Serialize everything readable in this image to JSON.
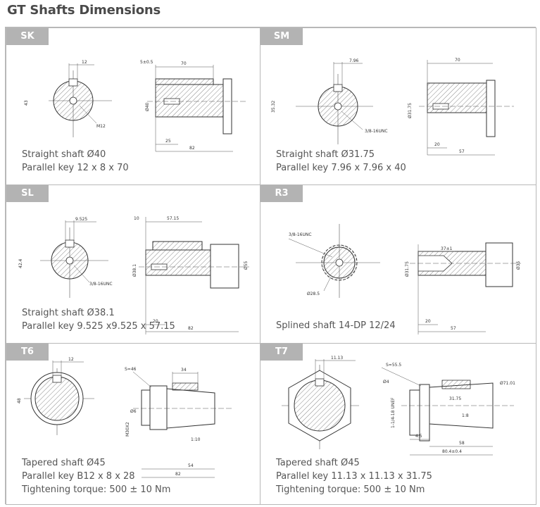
{
  "title": "GT Shafts Dimensions",
  "panels": [
    {
      "code": "SK",
      "lines": [
        "Straight shaft Ø40",
        "Parallel key 12 x 8 x 70"
      ],
      "dims": {
        "key_width": "12",
        "height": "43",
        "thread": "M12",
        "offset": "5±0.5",
        "length_key": "70",
        "dia": "Ø40",
        "len_a": "25",
        "len_total": "82"
      }
    },
    {
      "code": "SM",
      "lines": [
        "Straight shaft Ø31.75",
        "Parallel key 7.96 x 7.96 x 40"
      ],
      "dims": {
        "key_width": "7.96",
        "height": "35.32",
        "thread": "3/8-16UNC",
        "length_key": "70",
        "dia": "Ø31.75",
        "len_a": "20",
        "len_total": "57"
      }
    },
    {
      "code": "SL",
      "lines": [
        "Straight shaft Ø38.1",
        "Parallel key 9.525 x9.525 x 57.15"
      ],
      "dims": {
        "key_width": "9.525",
        "height": "42.4",
        "thread": "3/8-16UNC",
        "offset": "10",
        "length_key": "57.15",
        "dia": "Ø38.1",
        "dia2": "Ø55",
        "len_a": "20",
        "len_total": "82"
      }
    },
    {
      "code": "R3",
      "lines": [
        "Splined shaft 14-DP 12/24"
      ],
      "dims": {
        "thread": "3/8-16UNC",
        "spline_dia": "Ø28.5",
        "length_key": "37±1",
        "dia": "Ø31.75",
        "dia2": "Ø35",
        "len_a": "20",
        "len_total": "57"
      }
    },
    {
      "code": "T6",
      "lines": [
        "Tapered shaft Ø45",
        "Parallel key B12 x 8 x 28",
        "Tightening torque: 500 ± 10 Nm"
      ],
      "dims": {
        "key_width": "12",
        "height": "48",
        "nut": "S=46",
        "hole": "Ø6",
        "thread": "M30X2",
        "length_key": "34",
        "taper": "1:10",
        "len_a": "54",
        "len_total": "82"
      }
    },
    {
      "code": "T7",
      "lines": [
        "Tapered shaft Ø45",
        "Parallel key 11.13 x 11.13 x 31.75",
        "Tightening torque: 500 ± 10 Nm"
      ],
      "dims": {
        "key_width": "11.13",
        "nut": "S=55.5",
        "hole": "Ø4",
        "thread": "1-1/4-18 UNEF",
        "length_key": "31.75",
        "dia": "Ø71.01",
        "taper": "1:8",
        "len_a": "4.5",
        "len_mid": "58",
        "len_total": "80.4±0.4"
      }
    }
  ]
}
